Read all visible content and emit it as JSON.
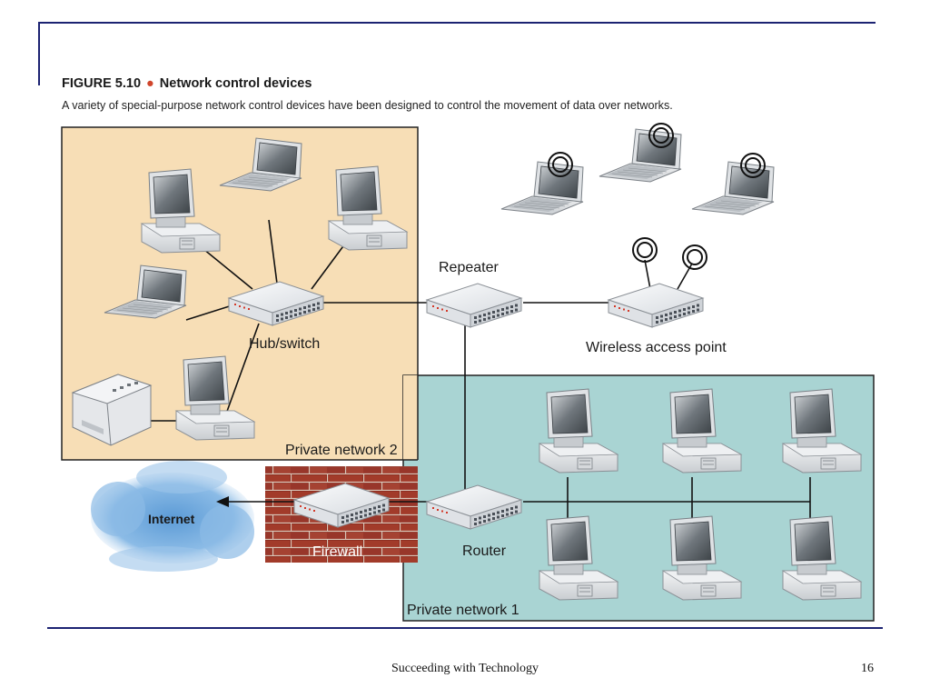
{
  "figure": {
    "number": "FIGURE 5.10",
    "title": "Network control devices",
    "caption": "A variety of special-purpose network control devices have been designed to control the movement of data over networks."
  },
  "diagram": {
    "labels": {
      "private_network_2": "Private network 2",
      "private_network_1": "Private network 1",
      "hub_switch": "Hub/switch",
      "repeater": "Repeater",
      "wireless_access_point": "Wireless access point",
      "router": "Router",
      "firewall": "Firewall",
      "internet": "Internet"
    },
    "colors": {
      "private_network_2_fill": "#f7deb6",
      "private_network_1_fill": "#a9d4d3",
      "internet_cloud": "#7fb3df",
      "brick_wall": "#8e2f22"
    }
  },
  "footer": {
    "text": "Succeeding with Technology",
    "page_number": "16"
  }
}
